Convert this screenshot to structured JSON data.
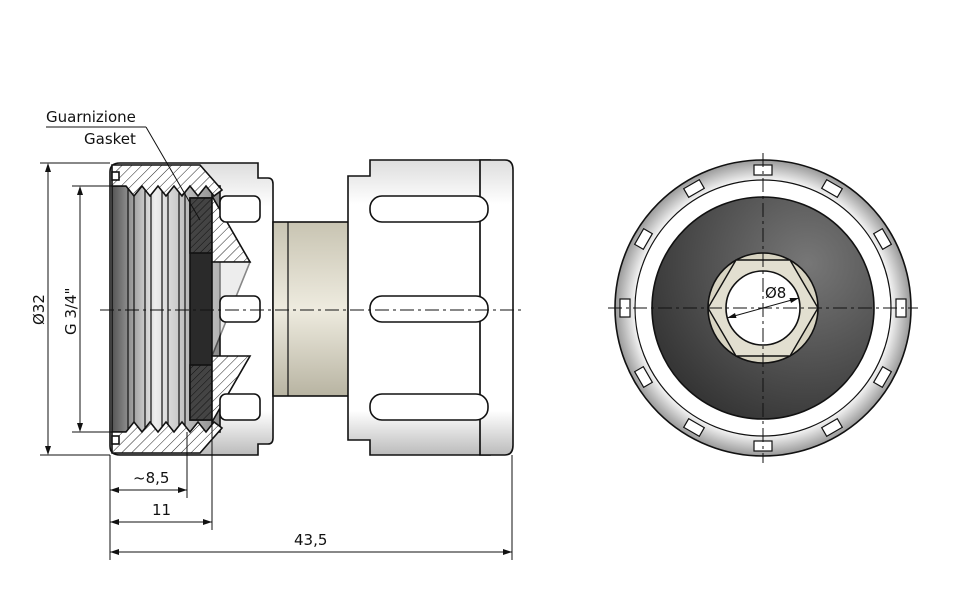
{
  "labels": {
    "gasket_it": "Guarnizione",
    "gasket_en": "Gasket"
  },
  "dimensions": {
    "outer_diameter": "Ø32",
    "thread": "G 3/4\"",
    "thread_depth": "~8,5",
    "gasket_depth": "11",
    "total_length": "43,5",
    "bore_diameter": "Ø8"
  },
  "colors": {
    "dark_gasket": "#3a3a3a",
    "bushing": "#d8d4c2",
    "dimension_text_accent": "#1a4fa0"
  }
}
